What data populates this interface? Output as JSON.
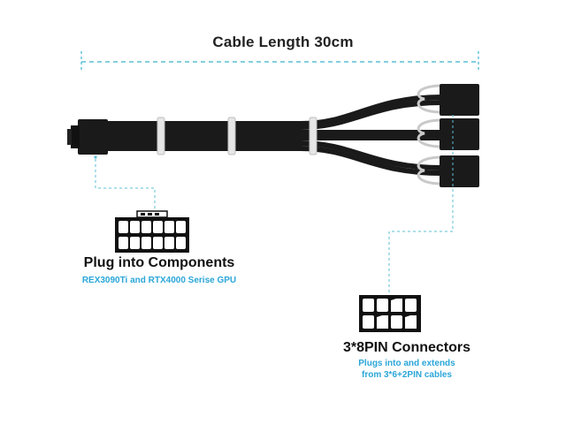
{
  "title": "Cable Length 30cm",
  "left_label": {
    "heading": "Plug into Components",
    "subtitle": "REX3090Ti and RTX4000 Serise GPU"
  },
  "right_label": {
    "heading": "3*8PIN Connectors",
    "subtitle_line1": "Plugs into and extends",
    "subtitle_line2": "from 3*6+2PIN cables"
  },
  "colors": {
    "accent": "#2aa6d8",
    "dim_line": "#5bbfd6",
    "cable": "#1a1a1a",
    "comb": "#d9d9d9"
  }
}
